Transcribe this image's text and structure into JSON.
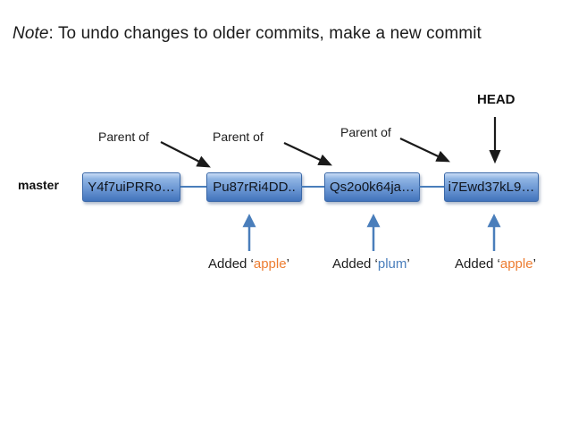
{
  "title": {
    "note": "Note",
    "rest": ": To undo changes to older commits, make a new commit"
  },
  "head_label": "HEAD",
  "branch_label": "master",
  "parent_labels": [
    "Parent of",
    "Parent of",
    "Parent of"
  ],
  "commits": [
    {
      "label": "Y4f7uiPRRo…"
    },
    {
      "label": "Pu87rRi4DD.."
    },
    {
      "label": "Qs2o0k64ja…"
    },
    {
      "label": "i7Ewd37kL9…"
    }
  ],
  "added_labels": [
    {
      "prefix": "Added ‘",
      "word": "apple",
      "suffix": "’",
      "word_color": "#ED7D31"
    },
    {
      "prefix": "Added ‘",
      "word": "plum",
      "suffix": "’",
      "word_color": "#4A7EBB"
    },
    {
      "prefix": "Added ‘",
      "word": "apple",
      "suffix": "’",
      "word_color": "#ED7D31"
    }
  ],
  "colors": {
    "arrow_black": "#1a1a1a",
    "connector_blue": "#4a7ebb",
    "box_border": "#3a68a8",
    "box_fill_top": "#c9dcf5",
    "box_fill_bottom": "#4173bb"
  }
}
